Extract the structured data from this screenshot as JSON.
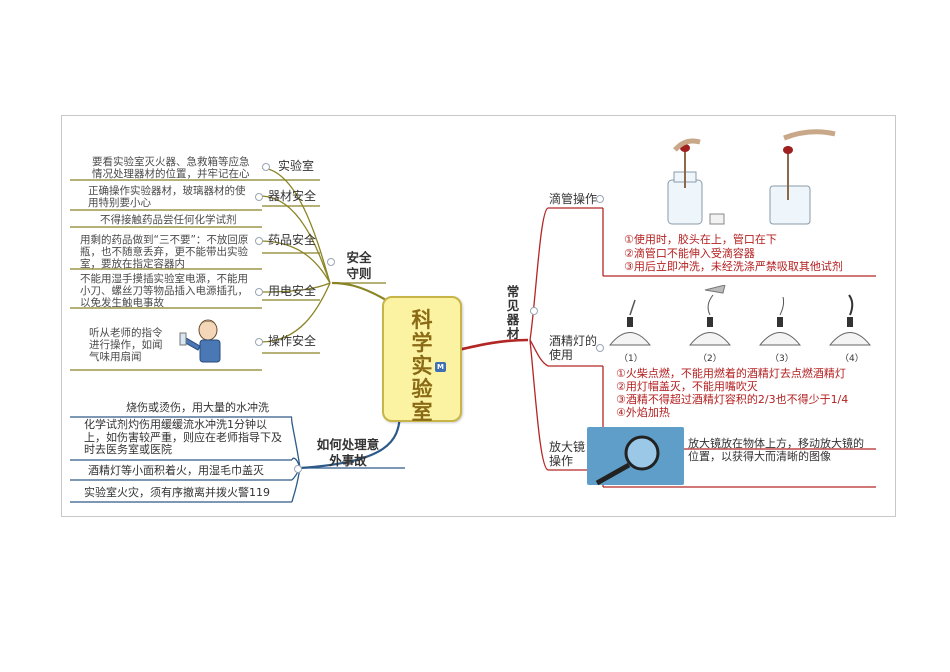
{
  "center": {
    "title": "科学实验室",
    "badge": "M"
  },
  "safety": {
    "title": "安全守则",
    "items": [
      {
        "label": "实验室",
        "desc": "要看实验室灭火器、急救箱等应急情况处理器材的位置，并牢记在心"
      },
      {
        "label": "器材安全",
        "desc": "正确操作实验器材，玻璃器材的使用特别要小心"
      },
      {
        "label": "药品安全",
        "desc_top": "不得接触药品尝任何化学试剂",
        "desc": "用剩的药品做到“三不要”：不放回原瓶，也不随意丢弃，更不能带出实验室，要放在指定容器内"
      },
      {
        "label": "用电安全",
        "desc": "不能用湿手摸插实验室电源，不能用小刀、螺丝刀等物品插入电源插孔，以免发生触电事故"
      },
      {
        "label": "操作安全",
        "desc": "听从老师的指令进行操作，如闻气味用扇闻"
      }
    ]
  },
  "accidents": {
    "title": "如何处理意外事故",
    "items": [
      "烧伤或烫伤，用大量的水冲洗",
      "化学试剂灼伤用缓缓流水冲洗1分钟以上，如伤害较严重，则应在老师指导下及时去医务室或医院",
      "酒精灯等小面积着火，用湿毛巾盖灭",
      "实验室火灾，须有序撤离并拨火警119"
    ]
  },
  "equipment": {
    "title": "常见器材",
    "dropper": {
      "label": "滴管操作",
      "steps": [
        "①使用时，胶头在上，管口在下",
        "②滴管口不能伸入受滴容器",
        "③用后立即冲洗，未经洗涤严禁吸取其他试剂"
      ]
    },
    "alcohol_lamp": {
      "label": "酒精灯的使用",
      "figures": [
        "（1）",
        "（2）",
        "（3）",
        "（4）"
      ],
      "steps": [
        "①火柴点燃，不能用燃着的酒精灯去点燃酒精灯",
        "②用灯帽盖灭，不能用嘴吹灭",
        "③酒精不得超过酒精灯容积的2/3也不得少于1/4",
        "④外焰加热"
      ]
    },
    "magnifier": {
      "label": "放大镜操作",
      "desc": "放大镜放在物体上方，移动放大镜的位置，以获得大而清晰的图像"
    }
  },
  "colors": {
    "safety_branch": "#8a8426",
    "accident_branch": "#2d5a88",
    "equipment_branch": "#b32626",
    "center_fill": "#fbf3a1"
  }
}
